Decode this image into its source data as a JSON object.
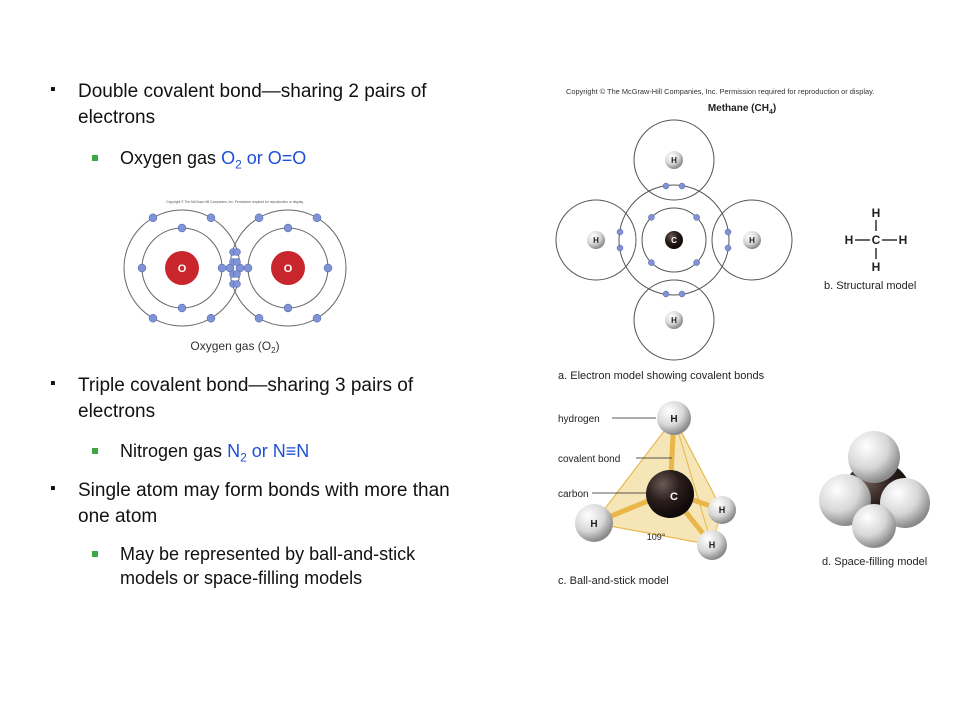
{
  "bullets": {
    "b1": {
      "text_line1": "Double covalent bond—sharing 2 pairs of",
      "text_line2": "electrons"
    },
    "s1": {
      "prefix": "Oxygen gas ",
      "formula_main": "O",
      "formula_sub": "2",
      "middle": " or ",
      "formula2": "O=O"
    },
    "b2": {
      "text_line1": "Triple covalent bond—sharing 3 pairs of",
      "text_line2": "electrons"
    },
    "s2": {
      "prefix": "Nitrogen gas ",
      "formula_main": "N",
      "formula_sub": "2",
      "middle": " or ",
      "formula2": "N≡N"
    },
    "b3": {
      "text_line1": "Single atom may form bonds with more than",
      "text_line2": "one atom"
    },
    "s3": {
      "text_line1": "May be represented by ball-and-stick",
      "text_line2": "models or space-filling models"
    }
  },
  "oxygen_figure": {
    "copyright": "Copyright © The McGraw-Hill Companies, Inc. Permission required for reproduction or display.",
    "atom_label": "O",
    "caption_main": "Oxygen gas (O",
    "caption_sub": "2",
    "caption_end": ")"
  },
  "methane_figure": {
    "copyright": "Copyright © The McGraw-Hill Companies, Inc. Permission required for reproduction or display.",
    "title_main": "Methane (CH",
    "title_sub": "4",
    "title_end": ")",
    "h_label": "H",
    "c_label": "C",
    "caption_a": "a. Electron model showing covalent bonds",
    "caption_b": "b. Structural model",
    "caption_c": "c. Ball-and-stick model",
    "caption_d": "d. Space-filling model",
    "label_hydrogen": "hydrogen",
    "label_covalent_bond": "covalent bond",
    "label_carbon": "carbon",
    "angle": "109°"
  },
  "colors": {
    "oxygen_red": "#c8262c",
    "electron_blue": "#7f93d6",
    "bullet_green": "#3aa845",
    "formula_blue": "#1f4fd6",
    "bond_gold": "#e9b64a"
  }
}
